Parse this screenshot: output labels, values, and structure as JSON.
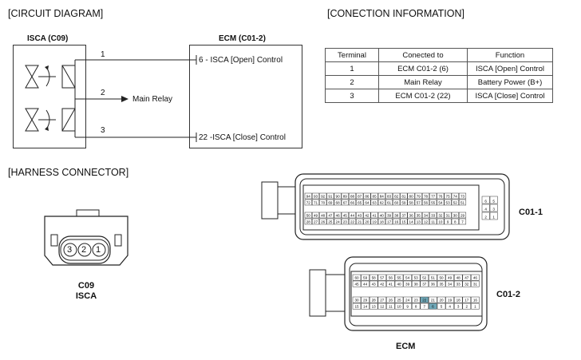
{
  "sections": {
    "circuit": "[CIRCUIT DIAGRAM]",
    "connection": "[CONECTION INFORMATION]",
    "harness": "[HARNESS CONNECTOR]"
  },
  "circuit": {
    "isca_title": "ISCA (C09)",
    "ecm_title": "ECM (C01-2)",
    "pin1": "1",
    "pin2": "2",
    "pin3": "3",
    "main_relay": "Main Relay",
    "ecm_open": "6 - ISCA [Open] Control",
    "ecm_close": "22 -ISCA [Close] Control"
  },
  "table": {
    "headers": [
      "Terminal",
      "Conected to",
      "Function"
    ],
    "rows": [
      [
        "1",
        "ECM C01-2 (6)",
        "ISCA [Open] Control"
      ],
      [
        "2",
        "Main Relay",
        "Battery Power (B+)"
      ],
      [
        "3",
        "ECM C01-2 (22)",
        "ISCA [Close] Control"
      ]
    ]
  },
  "harness": {
    "c09_pins": [
      "3",
      "2",
      "1"
    ],
    "c09_name": "C09",
    "c09_label": "ISCA",
    "c011_label": "C01-1",
    "c012_label": "C01-2",
    "ecm_label": "ECM",
    "c011_row1": [
      "94",
      "93",
      "92",
      "91",
      "90",
      "89",
      "88",
      "87",
      "86",
      "85",
      "84",
      "83",
      "82",
      "81",
      "80",
      "79",
      "78",
      "77",
      "76",
      "75",
      "74",
      "73"
    ],
    "c011_row2": [
      "72",
      "71",
      "70",
      "69",
      "68",
      "67",
      "66",
      "65",
      "64",
      "63",
      "62",
      "61",
      "60",
      "59",
      "58",
      "57",
      "56",
      "55",
      "54",
      "53",
      "52",
      "51"
    ],
    "c011_row3": [
      "50",
      "49",
      "48",
      "47",
      "46",
      "45",
      "44",
      "43",
      "42",
      "41",
      "40",
      "39",
      "38",
      "37",
      "36",
      "35",
      "34",
      "33",
      "32",
      "31",
      "30",
      "29"
    ],
    "c011_row4": [
      "28",
      "27",
      "26",
      "25",
      "24",
      "23",
      "22",
      "21",
      "20",
      "19",
      "18",
      "17",
      "16",
      "15",
      "14",
      "13",
      "12",
      "11",
      "10",
      "9",
      "8",
      "7"
    ],
    "c011_side": [
      "6",
      "5",
      "4",
      "3",
      "2",
      "1"
    ],
    "c012_row1": [
      "60",
      "59",
      "58",
      "57",
      "56",
      "55",
      "54",
      "53",
      "52",
      "51",
      "50",
      "49",
      "48",
      "47",
      "46"
    ],
    "c012_row2": [
      "45",
      "44",
      "43",
      "42",
      "41",
      "40",
      "39",
      "38",
      "37",
      "36",
      "35",
      "34",
      "33",
      "32",
      "31"
    ],
    "c012_row3": [
      "30",
      "29",
      "28",
      "27",
      "26",
      "25",
      "24",
      "23",
      "22",
      "21",
      "20",
      "19",
      "18",
      "17",
      "16"
    ],
    "c012_row4": [
      "15",
      "14",
      "13",
      "12",
      "11",
      "10",
      "9",
      "8",
      "7",
      "6",
      "5",
      "4",
      "3",
      "2",
      "1"
    ],
    "highlight_pins": [
      "22",
      "6"
    ],
    "highlight_color": "#6fa8b8"
  }
}
